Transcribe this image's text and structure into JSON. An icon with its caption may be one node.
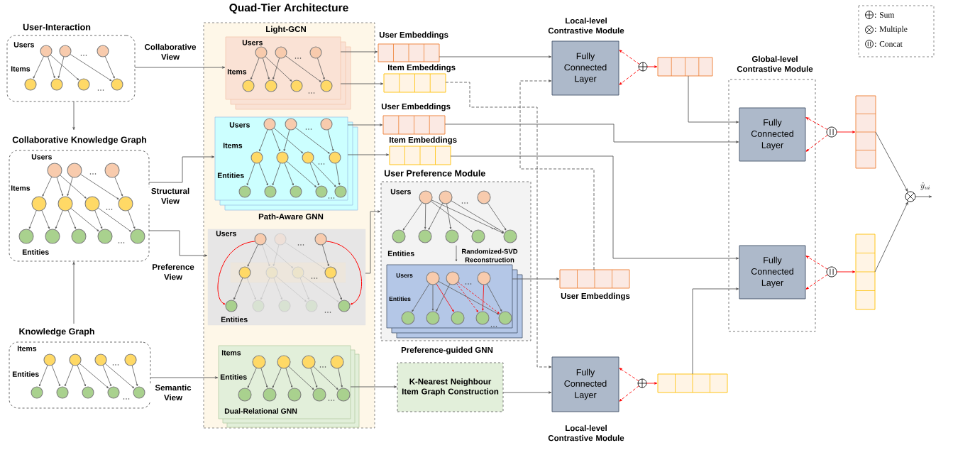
{
  "diagram": {
    "nodes": [
      {
        "text": [
          "User-Interaction",
          "Users",
          "Items"
        ]
      },
      {
        "text": [
          "Collaborative Knowledge Graph",
          "Users",
          "Items",
          "Entities"
        ]
      },
      {
        "text": [
          "Knowledge Graph",
          "Items",
          "Entities"
        ]
      },
      {
        "text": [
          "Quad-Tier Architecture"
        ]
      },
      {
        "text": [
          "Light-GCN",
          "Users",
          "Items"
        ],
        "in": 3
      },
      {
        "text": [
          "Path-Aware GNN",
          "Users",
          "Items",
          "Entities"
        ],
        "in": 3
      },
      {
        "text": [
          "Users",
          "Entities"
        ],
        "in": 3
      },
      {
        "text": [
          "Items",
          "Entities",
          "Dual-Relational GNN"
        ],
        "in": 3
      },
      {
        "text": [
          "User Preference Module",
          "Users",
          "Entities",
          "Randomized-SVD Reconstruction"
        ]
      },
      {
        "text": [
          "Users",
          "Entities",
          "Preference-guided GNN"
        ],
        "in": 8
      },
      {
        "text": [
          "K-Nearest Neighbour Item Graph Construction"
        ]
      },
      {
        "text": [
          "User Embeddings"
        ]
      },
      {
        "text": [
          "Item Embeddings"
        ]
      },
      {
        "text": [
          "User Embeddings"
        ]
      },
      {
        "text": [
          "Item Embeddings"
        ]
      },
      {
        "text": [
          "User Embeddings"
        ]
      },
      {
        "text": [
          "Local-level Contrastive Module",
          "Fully Connected Layer"
        ]
      },
      {
        "text": [
          "Fully Connected Layer",
          "Local-level Contrastive Module"
        ]
      },
      {
        "text": [],
        "shape": "bar"
      },
      {
        "text": [],
        "shape": "bar"
      },
      {
        "text": [
          "Global-level Contrastive Module"
        ]
      },
      {
        "text": [
          "Fully Connected Layer"
        ],
        "in": 20
      },
      {
        "text": [
          "Fully Connected Layer"
        ],
        "in": 20
      },
      {
        "text": [],
        "shape": "bar"
      },
      {
        "text": [],
        "shape": "bar"
      },
      {
        "text": [],
        "shape": "circle"
      },
      {
        "text": [],
        "shape": "circle"
      },
      {
        "text": [],
        "shape": "circle"
      },
      {
        "text": [],
        "shape": "circle"
      },
      {
        "text": [],
        "shape": "circle"
      }
    ],
    "edges": [
      {
        "from": 0,
        "to": 4,
        "arrow": "to",
        "label": "Collaborative View"
      },
      {
        "from": 0,
        "to": 1,
        "arrow": "to"
      },
      {
        "from": 2,
        "to": 1,
        "arrow": "to"
      },
      {
        "from": 1,
        "to": 5,
        "arrow": "to",
        "label": "Structural View"
      },
      {
        "from": 1,
        "to": 6,
        "arrow": "to",
        "label": "Preference View"
      },
      {
        "from": 2,
        "to": 7,
        "arrow": "to",
        "label": "Semantic View"
      },
      {
        "from": 4,
        "to": 11,
        "arrow": "to"
      },
      {
        "from": 4,
        "to": 12,
        "arrow": "to"
      },
      {
        "from": 5,
        "to": 13,
        "arrow": "to"
      },
      {
        "from": 5,
        "to": 14,
        "arrow": "to"
      },
      {
        "from": 6,
        "to": 8,
        "arrow": "to"
      },
      {
        "from": 7,
        "to": 10,
        "arrow": "to"
      },
      {
        "from": 9,
        "to": 15,
        "arrow": "to"
      },
      {
        "from": 11,
        "to": 16,
        "arrow": "to"
      },
      {
        "from": 12,
        "to": 17,
        "arrow": "to",
        "style": "dashed"
      },
      {
        "from": 15,
        "to": 16,
        "arrow": "to",
        "style": "dashed"
      },
      {
        "from": 10,
        "to": 17,
        "arrow": "to"
      },
      {
        "from": 13,
        "to": 21,
        "arrow": "to"
      },
      {
        "from": 14,
        "to": 22,
        "arrow": "to"
      },
      {
        "from": 18,
        "to": 21,
        "arrow": "to"
      },
      {
        "from": 19,
        "to": 22,
        "arrow": "to"
      },
      {
        "from": 25,
        "to": 16,
        "arrow": "to",
        "style": "dashed",
        "color": "#ff0000"
      },
      {
        "from": 25,
        "to": 16,
        "arrow": "to",
        "style": "dashed",
        "color": "#ff0000"
      },
      {
        "from": 25,
        "to": 18,
        "arrow": "to",
        "color": "#ff0000"
      },
      {
        "from": 26,
        "to": 17,
        "arrow": "to",
        "style": "dashed",
        "color": "#ff0000"
      },
      {
        "from": 26,
        "to": 17,
        "arrow": "to",
        "style": "dashed",
        "color": "#ff0000"
      },
      {
        "from": 26,
        "to": 19,
        "arrow": "to",
        "color": "#ff0000"
      },
      {
        "from": 27,
        "to": 21,
        "arrow": "to",
        "style": "dashed",
        "color": "#ff0000"
      },
      {
        "from": 27,
        "to": 21,
        "arrow": "to",
        "style": "dashed",
        "color": "#ff0000"
      },
      {
        "from": 27,
        "to": 23,
        "arrow": "to",
        "color": "#ff0000"
      },
      {
        "from": 28,
        "to": 22,
        "arrow": "to",
        "style": "dashed",
        "color": "#ff0000"
      },
      {
        "from": 28,
        "to": 22,
        "arrow": "to",
        "style": "dashed",
        "color": "#ff0000"
      },
      {
        "from": 28,
        "to": 24,
        "arrow": "to",
        "color": "#ff0000"
      },
      {
        "from": 23,
        "to": 29,
        "arrow": "to"
      },
      {
        "from": 24,
        "to": 29,
        "arrow": "to"
      },
      {
        "from": 29,
        "to": null,
        "arrow": "to",
        "label": "\\hat{y}_{ui}"
      }
    ],
    "legend": [
      {
        "text": ": Sum"
      },
      {
        "text": ": Multiple"
      },
      {
        "text": ": Concat"
      }
    ]
  }
}
